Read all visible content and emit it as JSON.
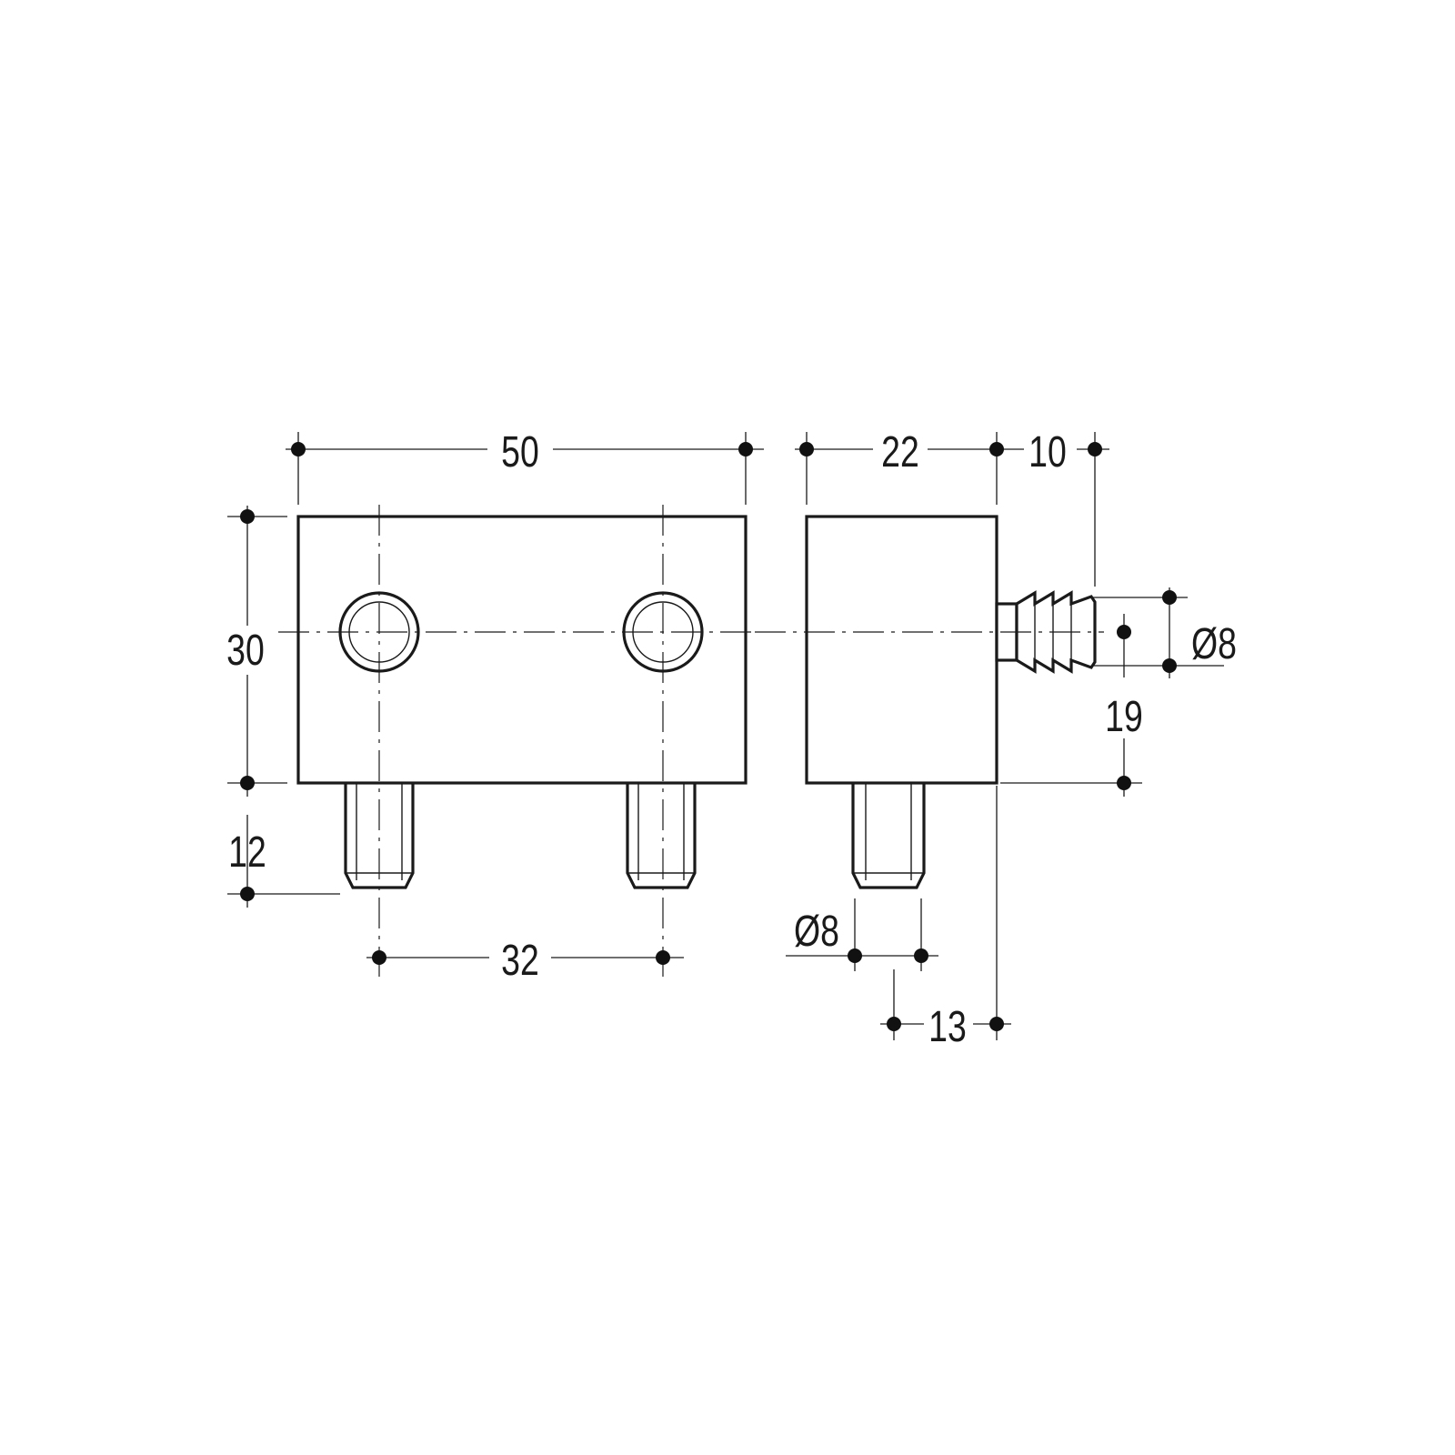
{
  "drawing": {
    "style": "technical line drawing, black on white",
    "views": [
      "front-view",
      "side-view"
    ],
    "dimensions": {
      "overall_width": "50",
      "height": "30",
      "pin_length": "12",
      "pin_spacing": "32",
      "side_depth": "22",
      "plug_length": "10",
      "plug_diameter": "Ø8",
      "plug_height": "19",
      "pin_diameter": "Ø8",
      "pin_offset": "13"
    },
    "colors": {
      "line": "#1a1a1a",
      "background": "#ffffff"
    }
  }
}
